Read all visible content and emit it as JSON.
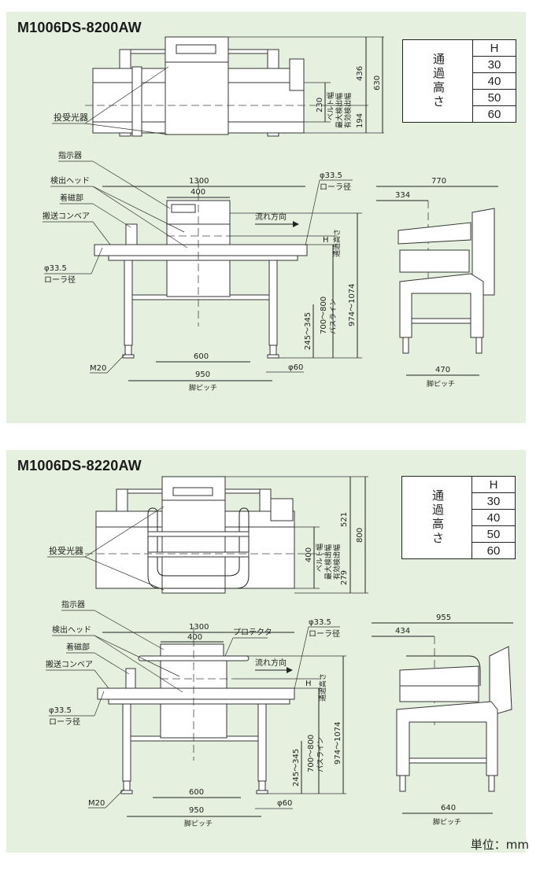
{
  "unit_label": "単位：mm",
  "models": [
    {
      "title": "M1006DS-8200AW",
      "table": {
        "side_label": "通過高さ",
        "header": "H",
        "values": [
          "30",
          "40",
          "50",
          "60"
        ]
      },
      "top_view": {
        "label_sensor": "投受光器",
        "dim_436": "436",
        "dim_630": "630",
        "dim_230": "230",
        "dim_194": "194",
        "lbl_belt": "ベルト幅",
        "lbl_maxdet": "最大検出幅",
        "lbl_effdet": "有効検出幅"
      },
      "front_view": {
        "lbl_indicator": "指示器",
        "lbl_head": "検出ヘッド",
        "lbl_magnet": "着磁部",
        "lbl_conveyor": "搬送コンベア",
        "lbl_roller_dia_l": "φ33.5",
        "lbl_roller_l": "ローラ径",
        "lbl_roller_dia_r": "φ33.5",
        "lbl_roller_r": "ローラ径",
        "lbl_flow": "流れ方向",
        "lbl_H": "H",
        "lbl_pass_h": "通過高さ",
        "dim_total": "1300",
        "dim_head": "400",
        "dim_passline": "700～800",
        "lbl_passline": "パスライン",
        "dim_total_h": "974～1074",
        "dim_leg_h": "245～345",
        "dim_inner": "600",
        "dim_pitch": "950",
        "lbl_pitch": "脚ピッチ",
        "lbl_m20": "M20",
        "lbl_phi60": "φ60"
      },
      "side_view": {
        "dim_total": "770",
        "dim_offset": "334",
        "dim_pitch": "470",
        "lbl_pitch": "脚ピッチ"
      }
    },
    {
      "title": "M1006DS-8220AW",
      "table": {
        "side_label": "通過高さ",
        "header": "H",
        "values": [
          "30",
          "40",
          "50",
          "60"
        ]
      },
      "top_view": {
        "label_sensor": "投受光器",
        "dim_436": "521",
        "dim_630": "800",
        "dim_230": "400",
        "dim_194": "279",
        "lbl_belt": "ベルト幅",
        "lbl_maxdet": "最大検出幅",
        "lbl_effdet": "有効検出幅"
      },
      "front_view": {
        "lbl_indicator": "指示器",
        "lbl_head": "検出ヘッド",
        "lbl_magnet": "着磁部",
        "lbl_conveyor": "搬送コンベア",
        "lbl_protector": "プロテクタ",
        "lbl_roller_dia_l": "φ33.5",
        "lbl_roller_l": "ローラ径",
        "lbl_roller_dia_r": "φ33.5",
        "lbl_roller_r": "ローラ径",
        "lbl_flow": "流れ方向",
        "lbl_H": "H",
        "lbl_pass_h": "通過高さ",
        "dim_total": "1300",
        "dim_head": "400",
        "dim_passline": "700～800",
        "lbl_passline": "パスライン",
        "dim_total_h": "974～1074",
        "dim_leg_h": "245～345",
        "dim_inner": "600",
        "dim_pitch": "950",
        "lbl_pitch": "脚ピッチ",
        "lbl_m20": "M20",
        "lbl_phi60": "φ60"
      },
      "side_view": {
        "dim_total": "955",
        "dim_offset": "434",
        "dim_pitch": "640",
        "lbl_pitch": "脚ピッチ"
      }
    }
  ]
}
